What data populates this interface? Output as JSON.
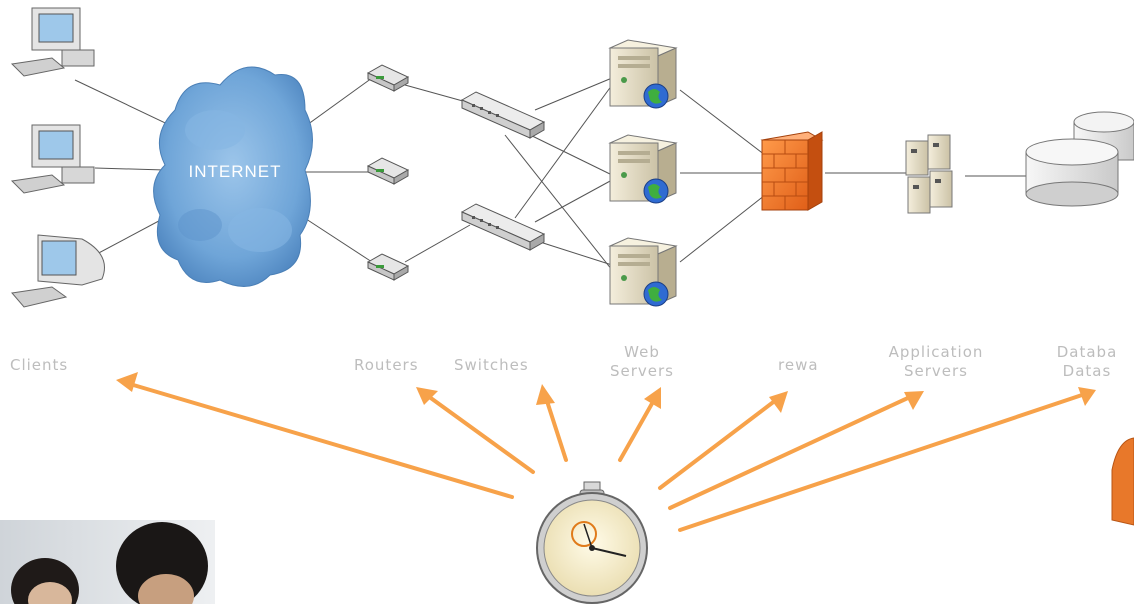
{
  "diagram": {
    "cloud_label": "INTERNET",
    "tier_labels": {
      "clients": "Clients",
      "routers": "Routers",
      "switches": "Switches",
      "web_servers_line1": "Web",
      "web_servers_line2": "Servers",
      "firewall": "rewa",
      "app_servers_line1": "Application",
      "app_servers_line2": "Servers",
      "database_line1": "Databa",
      "database_line2": "Datas"
    }
  },
  "colors": {
    "arrow": "#f7a24a",
    "cloud": "#6fa5d8",
    "firewall": "#f07a2a",
    "link_line": "#555555",
    "label": "#bdbdbd"
  },
  "icons": {
    "client": "desktop-computer-icon",
    "router": "router-icon",
    "switch": "switch-icon",
    "server": "web-server-icon",
    "firewall": "firewall-icon",
    "app_server": "server-rack-icon",
    "database": "database-icon",
    "timer": "stopwatch-icon"
  }
}
